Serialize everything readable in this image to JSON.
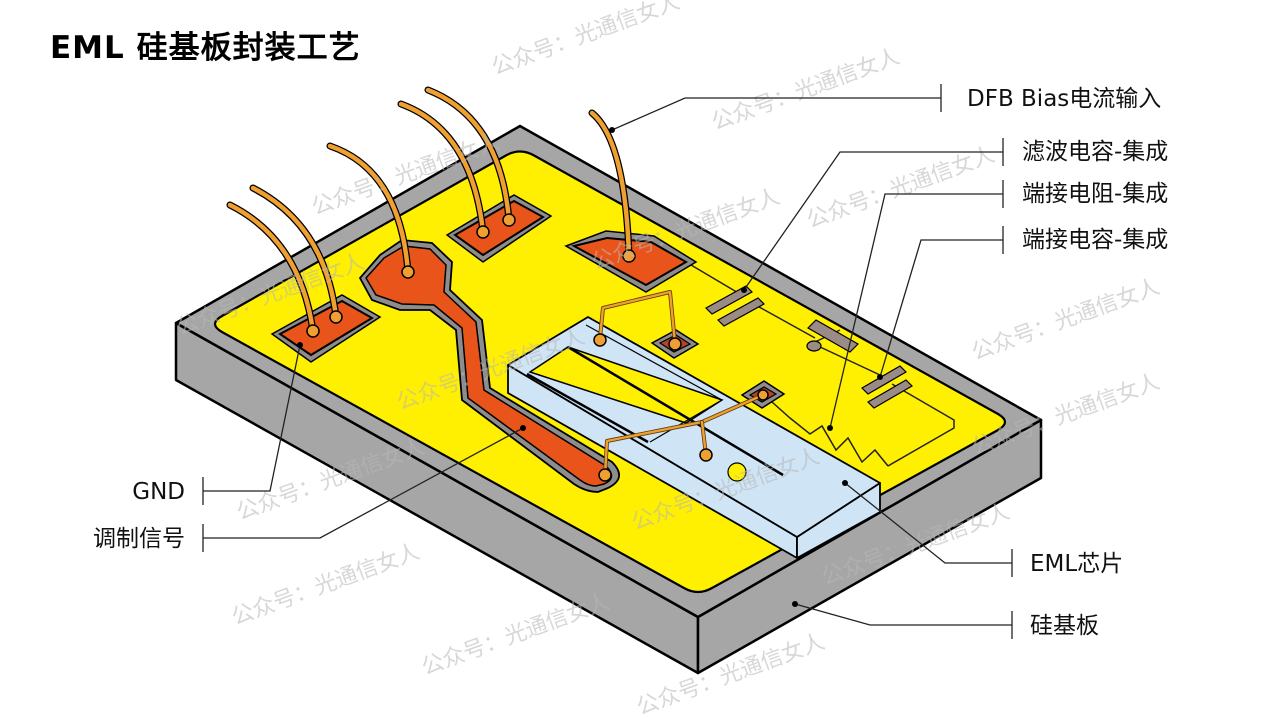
{
  "title": "EML 硅基板封装工艺",
  "labels": {
    "dfb_bias": "DFB Bias电流输入",
    "filter_cap": "滤波电容-集成",
    "term_resistor": "端接电阻-集成",
    "term_cap": "端接电容-集成",
    "eml_chip": "EML芯片",
    "si_substrate": "硅基板",
    "gnd": "GND",
    "modulation": "调制信号"
  },
  "watermark": "公众号：光通信女人",
  "colors": {
    "substrate": "#a6a6a6",
    "metal_plane": "#ffef00",
    "pad": "#e8541a",
    "chip": "#cfe4f5",
    "wire": "#f0a030",
    "component": "#9b8b86"
  }
}
